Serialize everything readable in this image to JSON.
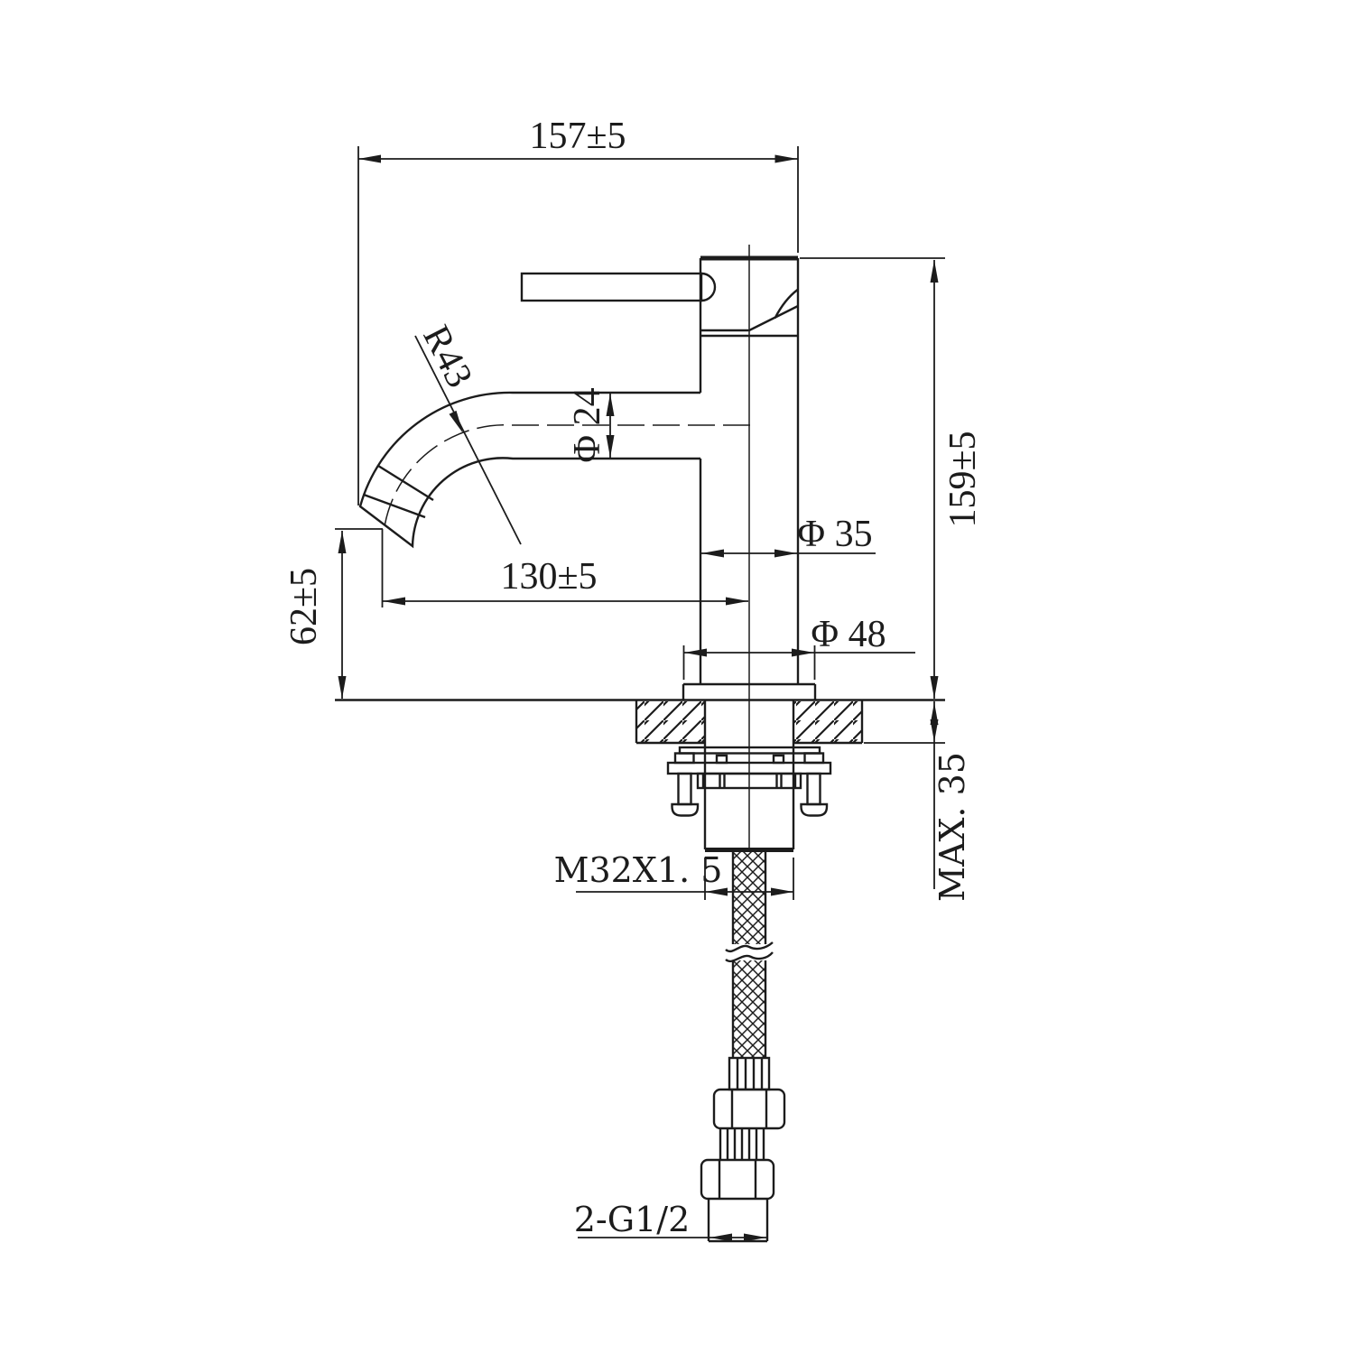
{
  "drawing": {
    "labels": {
      "overall_width": "157±5",
      "overall_height": "159±5",
      "spout_radius": "R43",
      "spout_tube_diameter": "Φ 24",
      "body_diameter": "Φ 35",
      "spout_reach": "130±5",
      "spout_outlet_height": "62±5",
      "base_diameter": "Φ 48",
      "max_deck_thickness": "MAX. 35",
      "shank_thread": "M32X1. 5",
      "inlet_thread": "2-G1/2"
    },
    "colors": {
      "line": "#1c1c1c",
      "background": "#ffffff"
    }
  }
}
